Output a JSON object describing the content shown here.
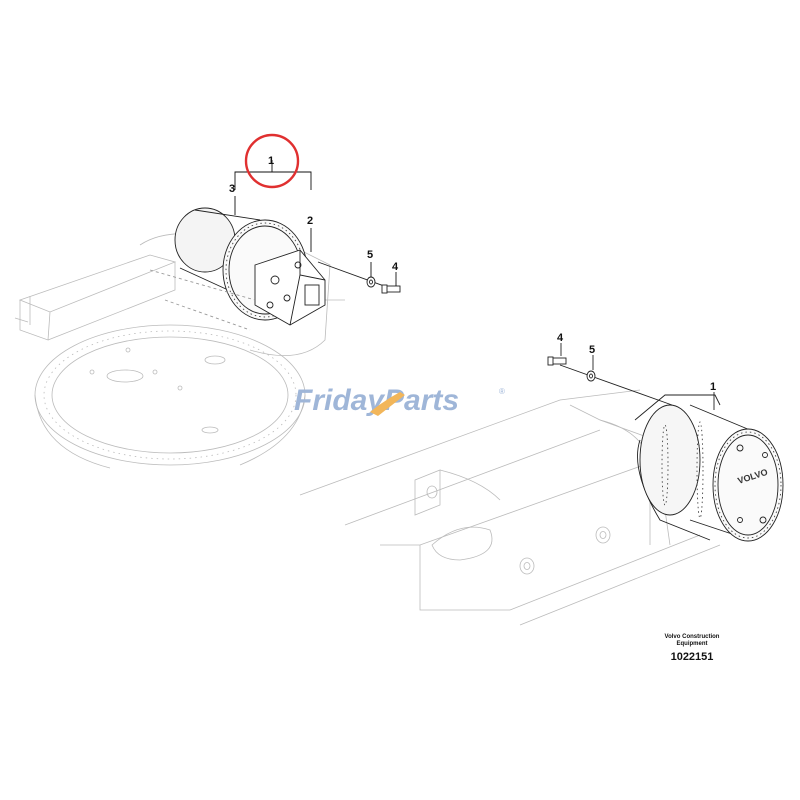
{
  "callouts": {
    "top_assembly": "1",
    "top_part_3": "3",
    "top_part_2": "2",
    "top_part_5": "5",
    "top_part_4": "4",
    "right_part_4": "4",
    "right_part_5": "5",
    "right_assembly": "1"
  },
  "watermark": {
    "part1": "Friday",
    "part2": "Parts",
    "trademark": "®",
    "color_blue": "#9fb6d8",
    "color_orange": "#f2b65a"
  },
  "motor_logo": "VOLVO",
  "caption": {
    "brand_line1": "Volvo Construction",
    "brand_line2": "Equipment",
    "figure_number": "1022151"
  },
  "highlight_color": "#e03030"
}
